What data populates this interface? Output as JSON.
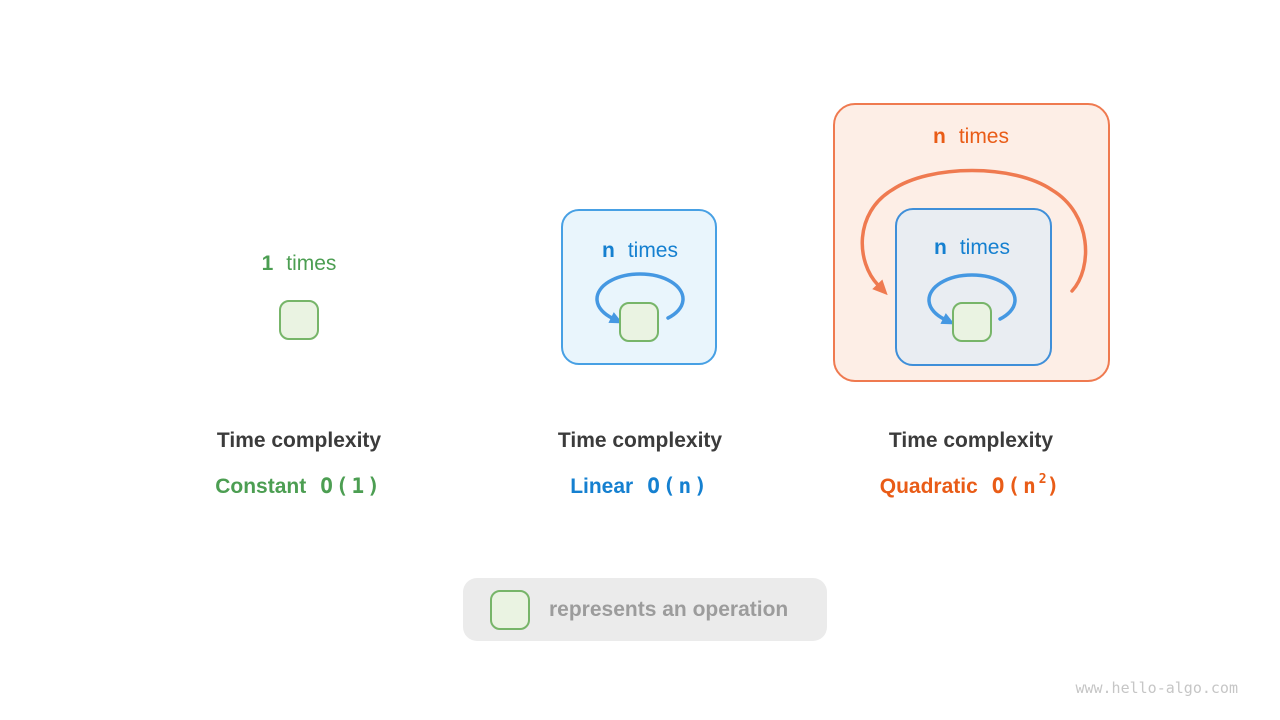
{
  "diagram": {
    "columns": [
      {
        "loop_label": {
          "count": "1",
          "word": "times"
        },
        "title": "Time complexity",
        "complexity": {
          "name": "Constant",
          "o_main": "O(1)",
          "o_sup": "",
          "o_end": ""
        }
      },
      {
        "loop_label": {
          "count": "n",
          "word": "times"
        },
        "title": "Time complexity",
        "complexity": {
          "name": "Linear",
          "o_main": "O(n)",
          "o_sup": "",
          "o_end": ""
        }
      },
      {
        "outer_loop_label": {
          "count": "n",
          "word": "times"
        },
        "inner_loop_label": {
          "count": "n",
          "word": "times"
        },
        "title": "Time complexity",
        "complexity": {
          "name": "Quadratic",
          "o_main": "O(n",
          "o_sup": "2",
          "o_end": ")"
        }
      }
    ],
    "legend": {
      "text": "represents an operation"
    },
    "watermark": "www.hello-algo.com",
    "colors": {
      "green_text": "#4c9e52",
      "green_box_border": "#77b569",
      "green_box_fill": "#eaf3e2",
      "blue_text": "#1580d0",
      "blue_box_border": "#47a0e4",
      "blue_box_fill": "#e9f5fc",
      "inner_blue_box_border": "#3f8fd9",
      "inner_blue_box_fill": "#e9edf2",
      "blue_arrow": "#4598e2",
      "orange_text": "#e95c17",
      "orange_box_border": "#ef7a50",
      "orange_box_fill": "#fdeee6",
      "title_text": "#3b3b3b",
      "legend_bg": "#ebebeb",
      "legend_text": "#9c9c9c",
      "watermark_text": "#c6c6c6"
    }
  }
}
